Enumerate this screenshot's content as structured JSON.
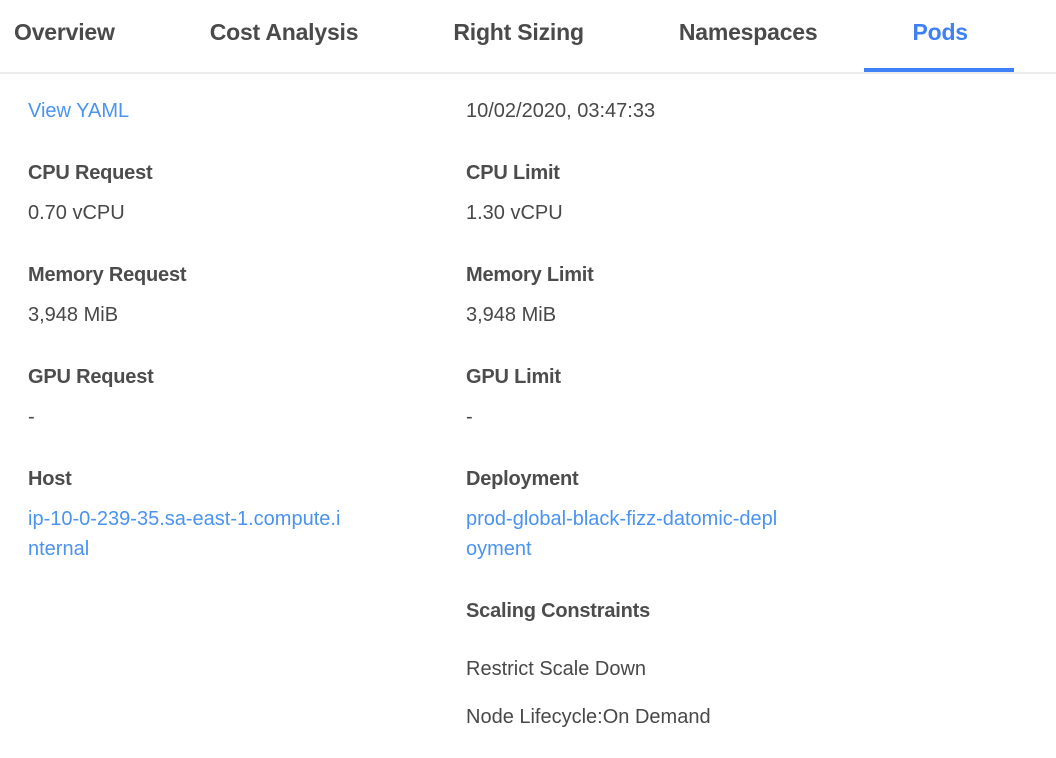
{
  "colors": {
    "accent": "#3e80f6",
    "link": "#4a93f1",
    "tab_inactive": "#4a4a4a",
    "label": "#4c4c4c",
    "value": "#484848",
    "divider": "#ececec"
  },
  "tabs": {
    "items": [
      {
        "label": "Overview",
        "active": false
      },
      {
        "label": "Cost Analysis",
        "active": false
      },
      {
        "label": "Right Sizing",
        "active": false
      },
      {
        "label": "Namespaces",
        "active": false
      },
      {
        "label": "Pods",
        "active": true
      }
    ]
  },
  "details": {
    "view_yaml_label": "View YAML",
    "timestamp": "10/02/2020, 03:47:33",
    "left_fields": [
      {
        "label": "CPU Request",
        "value": "0.70 vCPU",
        "link": false
      },
      {
        "label": "Memory Request",
        "value": "3,948 MiB",
        "link": false
      },
      {
        "label": "GPU Request",
        "value": "-",
        "link": false
      },
      {
        "label": "Host",
        "value": "ip-10-0-239-35.sa-east-1.compute.internal",
        "link": true
      }
    ],
    "right_fields": [
      {
        "label": "CPU Limit",
        "value": "1.30 vCPU",
        "link": false
      },
      {
        "label": "Memory Limit",
        "value": "3,948 MiB",
        "link": false
      },
      {
        "label": "GPU Limit",
        "value": "-",
        "link": false
      },
      {
        "label": "Deployment",
        "value": "prod-global-black-fizz-datomic-deployment",
        "link": true
      }
    ],
    "scaling": {
      "heading": "Scaling Constraints",
      "items": [
        "Restrict Scale Down",
        "Node Lifecycle:On Demand"
      ]
    }
  }
}
